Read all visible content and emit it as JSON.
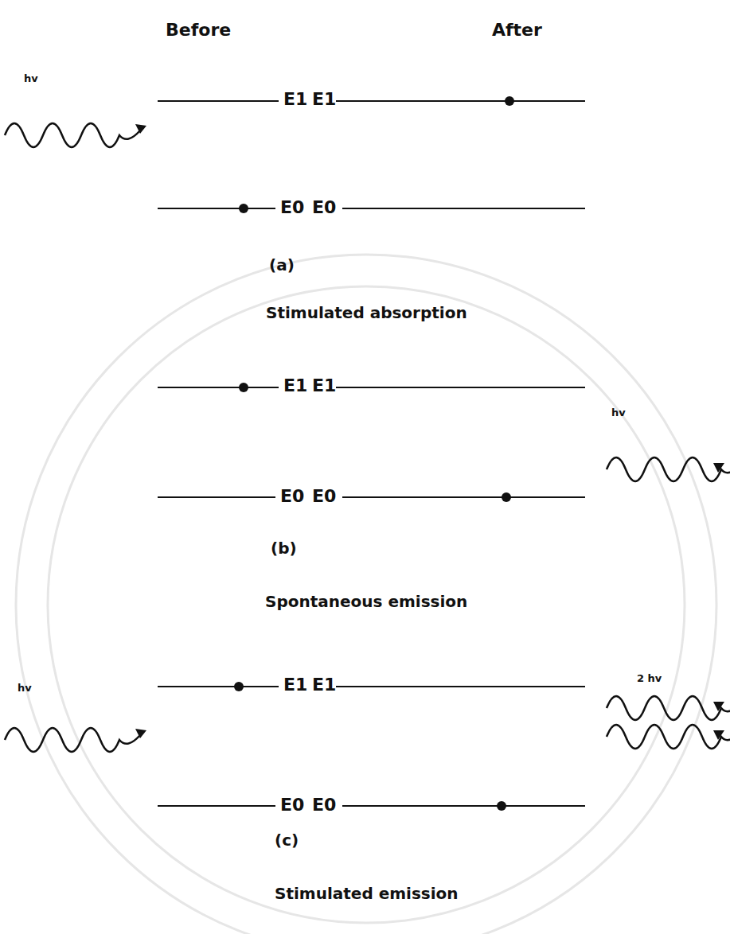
{
  "diagram": {
    "labels": [
      "Before",
      "After",
      "E1",
      "E1",
      "hv",
      "E0",
      "E0",
      "(a)",
      "Stimulated absorption",
      "E1",
      "E1",
      "hv",
      "E0",
      "E0",
      "(b)",
      "Spontaneous emission",
      "E1",
      "E1",
      "hv",
      "2 hv",
      "E0",
      "E0",
      "(c)",
      "Stimulated emission"
    ]
  }
}
